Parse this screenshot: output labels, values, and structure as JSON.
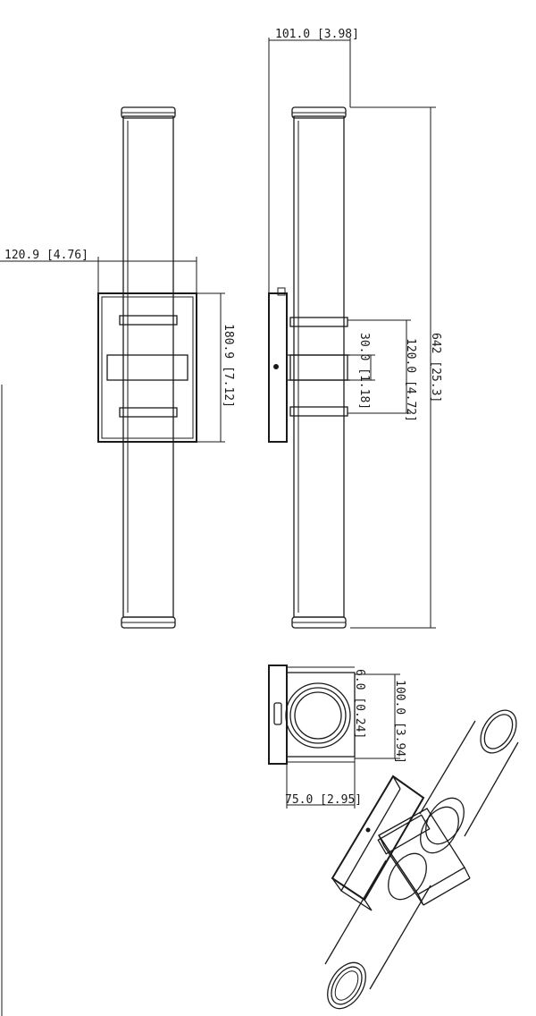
{
  "dimensions": {
    "top_depth": "101.0 [3.98]",
    "front_width": "120.9 [4.76]",
    "backplate_height": "180.9 [7.12]",
    "clamp_height": "30.0 [1.18]",
    "collar_spacing": "120.0 [4.72]",
    "overall_height": "642 [25.3]",
    "bottom_plate_gap": "6.0 [0.24]",
    "bottom_height": "100.0 [3.94]",
    "bottom_width": "75.0 [2.95]"
  },
  "colors": {
    "line": "#1a1a1a",
    "background": "#ffffff"
  }
}
